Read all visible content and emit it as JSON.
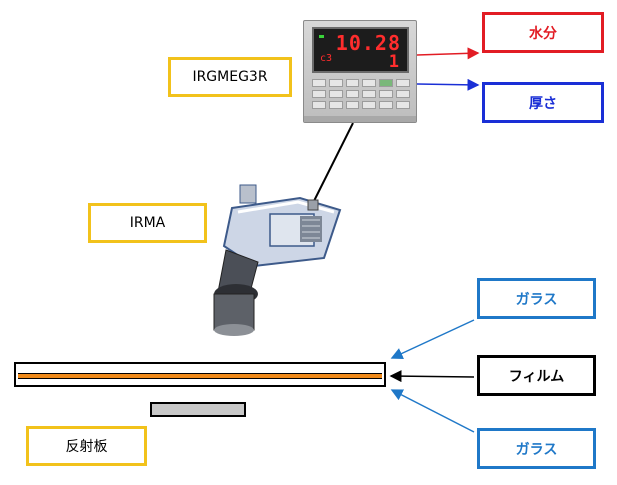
{
  "colors": {
    "red": "#e21c24",
    "blue": "#1a2fd6",
    "gold": "#f2c21b",
    "steel_blue": "#1f78c8",
    "black": "#000000",
    "orange": "#f08a1a"
  },
  "labels": {
    "controller": "IRGMEG3R",
    "sensor": "IRMA",
    "output_moisture": "水分",
    "output_thickness": "厚さ",
    "glass_top": "ガラス",
    "film": "フィルム",
    "glass_bottom": "ガラス",
    "reflector": "反射板"
  },
  "controller_display": {
    "main": "10.28",
    "sub": "1",
    "small": "c3"
  }
}
